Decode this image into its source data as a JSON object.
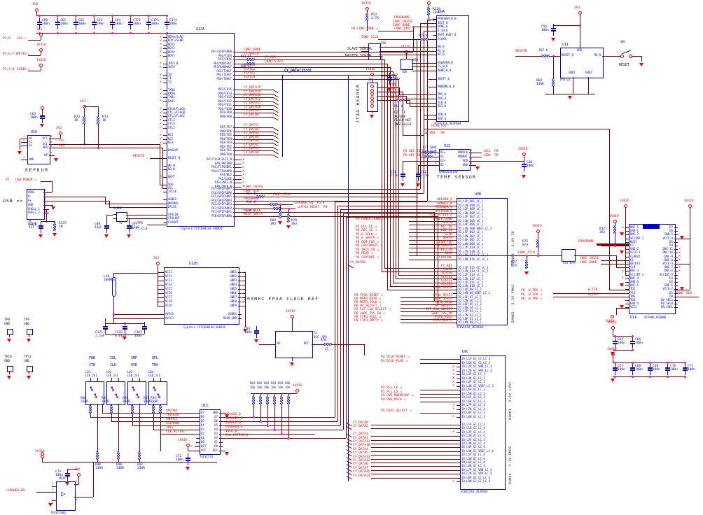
{
  "colors": {
    "wire": "#7d0000",
    "component_blue": "#0000d0",
    "net_red": "#e80000",
    "junction_magenta": "#ff00ff",
    "text_black": "#111111"
  },
  "captions": {
    "eeprom": "EEPROM",
    "usb": "USB =>",
    "temp_sensor": "TEMP SENSOR",
    "clock_ref": "100MHz FPGA CLOCK REF",
    "jtag": "JTAG HEADER",
    "slave": "SLAVE SERIAL",
    "master": "MASTER SERIAL",
    "bus": "CY_DATA[15:0]",
    "bank1": "BANK1 - 1.8V IO",
    "bank2": "BANK2 - 3.3V CMOS",
    "bank3": "BANK3 - 2.5V LVDS",
    "bank4": "BANK4 - 3.3V CMOS",
    "reset": "RESET"
  },
  "power_rows": [
    {
      "pins": "P7,8",
      "net": "3V3"
    },
    {
      "pins": "P5,6,7,8",
      "net": "3V3IO"
    },
    {
      "pins": "P3,7,8",
      "net": "1V8IO"
    }
  ],
  "top_caps": {
    "rail": "3V3",
    "value": "100n",
    "refs": [
      "C60",
      "C61",
      "C62",
      "C63",
      "C64",
      "C172",
      "C173",
      "C174"
    ]
  },
  "eeprom": {
    "ref": "U16",
    "left": [
      [
        "1",
        "A0"
      ],
      [
        "2",
        "A1"
      ],
      [
        "3",
        "A2"
      ],
      [
        "4",
        "GND"
      ]
    ],
    "right": [
      [
        "8",
        "VCC"
      ],
      [
        "6",
        "SCL"
      ],
      [
        "5",
        "SDA"
      ],
      [
        "7",
        "WP"
      ]
    ],
    "pullups": [
      [
        "R73",
        "1K"
      ],
      [
        "R74",
        "1K"
      ]
    ],
    "cap": [
      "C63",
      "100n"
    ],
    "nets": [
      "SCL",
      "SDA"
    ],
    "rail": "3V3"
  },
  "usb": {
    "ref": "J4",
    "part": "USB-B",
    "pins": [
      [
        "1",
        "VBUS"
      ],
      [
        "2",
        "D-"
      ],
      [
        "3",
        "D+"
      ],
      [
        "4",
        "GND"
      ],
      [
        "5",
        "SHELL_1"
      ],
      [
        "6",
        "SHELL_2"
      ]
    ],
    "power_flag": "P7 USB_POWER",
    "cap": [
      "C169",
      "4n7"
    ],
    "res": [
      "R175",
      "1M"
    ]
  },
  "xtal": {
    "ref": "Y2",
    "value": "24MHZ",
    "caps": [
      [
        "C88",
        "12pF"
      ],
      [
        "C89",
        "12pF"
      ]
    ]
  },
  "tp5": {
    "ref": "TP5",
    "net": "TP_CY_CLK"
  },
  "u12a": {
    "ref": "U12A",
    "part": "Cypress CY7C68013A-100AXC",
    "reset_net": "RESETB",
    "left_pins": [
      "RDY0/SLRD",
      "RDY1/SLWR",
      "RDY2",
      "RDY3",
      "RDY4",
      "RDY5",
      "",
      "INT5_N",
      "INT4",
      "",
      "T0",
      "T1",
      "T2",
      "",
      "TXD0",
      "RXD0",
      "TXD1",
      "RXD1",
      "",
      "CTL0/FLAGA",
      "CTL1/FLAGB",
      "CTL2/FLAGC",
      "CTL3",
      "CTL4",
      "CTL5",
      "",
      "NC1",
      "NC2",
      "NC3",
      "",
      "WAKEUP",
      "",
      "RESET_N",
      "",
      "WR_N",
      "RD_N",
      "",
      "BKPT",
      "",
      "SDA",
      "SCL",
      "IFCLK",
      "",
      "AGND2",
      "DMINUS",
      "DPLUS",
      "",
      "XTALIN",
      "XTALOUT",
      "CLKOUT"
    ],
    "pe": {
      "pins": [
        "PE7/GPIFADR8",
        "PE6/T2EX",
        "PE5/INT6",
        "PE4/RXD1OUT",
        "PE3/RXD0OUT",
        "PE2/T2OUT",
        "PE1/T1OUT",
        "PE0/T0OUT"
      ],
      "nets": [
        "CONF_DONE",
        "CY_VALID",
        "CY_RD2",
        "LOAD_STATE",
        "STATE3",
        "STATE2",
        "STATE1",
        "STATE0"
      ],
      "r": [
        [
          "R61",
          "47"
        ],
        [
          "R60",
          "47"
        ]
      ]
    },
    "pd": {
      "pins": [
        "PD7/FD15",
        "PD6/FD14",
        "PD5/FD13",
        "PD4/FD12",
        "PD3/FD11",
        "PD2/FD10",
        "PD1/FD9",
        "PD0/FD8"
      ],
      "nets": [
        "CY_DATA15",
        "CY_DATA14",
        "CY_DATA13",
        "CY_DATA12",
        "CY_DATA11",
        "CY_DATA10",
        "CY_DATA9",
        "CY_DATA8"
      ]
    },
    "pb": {
      "pins": [
        "PB7/FD7",
        "PB6/FD6",
        "PB5/FD5",
        "PB4/FD4",
        "PB3/FD3",
        "PB2/FD2",
        "PB1/FD1",
        "PB0/FD0"
      ],
      "nets": [
        "CY_DATA7",
        "CY_DATA6",
        "CY_DATA5",
        "CY_DATA4",
        "CY_DATA3",
        "CY_DATA2",
        "CY_DATA1",
        "CY_DATA0"
      ]
    },
    "pa": {
      "pins": [
        "PA7/FLGD/SLCS_N",
        "PA6/PKTEND",
        "PA5/FIFOADR1",
        "PA4/FIFOADR0",
        "PA3/WU2",
        "PA2/SLOE",
        "PA1/INT1_N",
        "PA0/INT0_N"
      ]
    },
    "pc": {
      "pins": [
        "PC7/GPIFADR7",
        "PC6/GPIFADR6",
        "PC5/GPIFADR5",
        "PC4/GPIFADR4",
        "PC3/GPIFADR3",
        "PC2/GPIFADR2",
        "PC1/GPIFADR1",
        "PC0/GPIFADR0"
      ],
      "nets": [
        "CONF_INITB",
        "CONF_DIN",
        "CONF_CCLK",
        "PROGRAMB",
        "xPOWER_EN",
        "xFPGA_RESET",
        "MSTR_SCLK",
        "MSTR_SDATA"
      ],
      "tags": [
        "",
        "",
        "",
        "",
        "P5,8",
        "P8",
        "",
        ""
      ],
      "r": [
        [
          "R57",
          "47"
        ],
        [
          "R58",
          "47"
        ],
        [
          "R59",
          "47"
        ]
      ],
      "pulldowns": [
        [
          "R69",
          "3K3"
        ],
        [
          "R70",
          "3K3"
        ]
      ]
    }
  },
  "u12b": {
    "ref": "U12B",
    "part": "Cypress CY7C68013A-100AXC",
    "rail": "3V3",
    "left_pins": [
      "VCC1",
      "VCC2",
      "VCC3",
      "VCC4",
      "VCC5",
      "VCC6",
      "VCC7",
      "VCC8",
      "VCC9",
      "",
      "AVCC1",
      "AVCC2"
    ],
    "right_pins": [
      "GND1",
      "GND2",
      "GND3",
      "GND4",
      "GND5",
      "GND6",
      "GND7",
      "GND8",
      "GND9",
      "",
      "AGND1",
      "RSVD_GND"
    ],
    "l18": [
      "L18",
      "100MHz"
    ],
    "caps": [
      [
        "C171",
        "2.2uF"
      ],
      [
        "C170",
        "0.01uF"
      ],
      [
        "C167",
        "100n"
      ]
    ]
  },
  "osc": {
    "ref": "Y3",
    "part": "OSC (SM)",
    "pins": [
      "OE",
      "OUT"
    ],
    "res": [
      "R78",
      "47"
    ],
    "cap": [
      "C84",
      "100n"
    ],
    "rail": "3V3IO"
  },
  "leds": {
    "top": [
      "PWR",
      "IDL",
      "SMP",
      "UPL"
    ],
    "bot": [
      "STB",
      "CLK",
      "OVR",
      "TRG"
    ],
    "refs": [
      "LD1",
      "LD2",
      "LD3",
      "LD4"
    ],
    "part": "LED_2x1",
    "row1": [
      [
        "R86",
        "330R"
      ],
      [
        "R87",
        "330R"
      ],
      [
        "R89",
        "330R"
      ],
      [
        "R91",
        "330R"
      ],
      [
        "R93",
        "330R"
      ]
    ],
    "row2": [
      [
        "R88",
        "330R"
      ],
      [
        "R90",
        "330R"
      ],
      [
        "R92",
        "330R"
      ]
    ],
    "rail": "3V3IO"
  },
  "u15": {
    "ref": "U15",
    "part": "74LVC541",
    "left_pins": [
      "D7",
      "D6",
      "D5",
      "D4",
      "D3",
      "D2",
      "D1",
      "D0",
      "OE2",
      "VCC"
    ],
    "right_pins": [
      "GND",
      "O7",
      "O6",
      "O5",
      "O4",
      "O3",
      "O2",
      "O1",
      "O0",
      "OE1"
    ],
    "in_nets": [
      "UPLOAD",
      "TRIGGER",
      "SAMPLE",
      "OVERRUN",
      "IDLE",
      "CLK_ACTIVE"
    ],
    "out_nets": [
      "UPLOAD_Q",
      "TRIGGER_Q",
      "SAMPLE_Q",
      "OVERRUN_Q",
      "IDLE_Q",
      "CLK_ACTIVE_Q"
    ],
    "pullups": {
      "refs": [
        "R81",
        "R82",
        "R83",
        "R84",
        "R94",
        "R96"
      ],
      "value": "10k",
      "rail": "1V8IO"
    },
    "cap": [
      "C72",
      "100n"
    ],
    "cap_rail": "1V8IO"
  },
  "u18": {
    "ref": "U18",
    "part": "74LVC1G86",
    "net": "xPOWER_EN",
    "cap": [
      "C73",
      "100n"
    ],
    "rail_a": "3V3IO",
    "rail_b": "3V3"
  },
  "jtag": {
    "ref": "J6",
    "rail": "1V8IO",
    "cap": [
      "C67",
      "100n"
    ],
    "nets": [
      "W_TMS",
      "W_TDO",
      "W_TCK",
      "FLSH_TDI"
    ],
    "res": [
      "R62",
      "0"
    ],
    "note": [
      "FIT IF",
      "XCF08P",
      "FLASH NOT",
      "INSTALLED"
    ]
  },
  "config": {
    "r53": [
      "R53",
      "4.7K"
    ],
    "r55": [
      "R55",
      "0"
    ],
    "r56": "R56",
    "r64": [
      "R64",
      "10K"
    ],
    "r128": [
      "R128",
      "330R"
    ],
    "flag": "P8 CONF_DONE",
    "nets": [
      "PROGRAMB",
      "CONF_INITB",
      "CONF_DONE",
      "CONF_DIN"
    ],
    "cclk": "CONF_CCLK",
    "rail": "3V3IO"
  },
  "u9a": {
    "ref": "U9A",
    "part": "XC6VLX16_363FBGA",
    "tdo_net": "FLSH_TDO",
    "wtdo": "W_TDO",
    "wtdo_tag": "P8",
    "pins": [
      "PROGRAM_B_0",
      "INIT_0",
      "DONE_0",
      "D_IN_0",
      "DOUT_BUSY_0",
      "CCLK0",
      "",
      "M0_0",
      "M1_0",
      "M2_0",
      "",
      "HSWAPEN_0",
      "CS_B_0",
      "RDWR_B_0",
      "",
      "VBATT_0",
      "",
      "PWRDWN_B_0",
      "",
      "TMS_0",
      "TDO_0",
      "TCK_0",
      "TDI_0",
      "",
      "TDN_0",
      "TDP_0"
    ]
  },
  "u9b": {
    "ref": "U9B",
    "part": "XC6VLX16_363FBGA",
    "bus_tap": "CY_DATA8",
    "bank1_pins": [
      "IO_L1P_D01_LC_1",
      "IO_L1N_D00_LC_1",
      "IO_L2P_D09_LC_1",
      "IO_L2N_D08_LC_1",
      "IO_L3P_D02_LC_1",
      "IO_L3N_D05_LC_1",
      "IO_L4P_D06_LC_1",
      "IO_L4N_D08_VREF_LC_1",
      "IO_L5P_D03_LC_1",
      "IO_L5N_D02_LC_1",
      "IO_L6P_D01_LC_1",
      "IO_L6N_D00_LC_1",
      "IO_L7P_D19_LC_1",
      "IO_L7N_D18_LC_1",
      "IO_L8P_D17_CC_LC_1",
      "IO_L8N_D16_CC_LC_1"
    ],
    "bank1_nets": [
      "UPLOAD_Q",
      "SAMPLE_Q",
      "TRIGGER_Q",
      "OVERRUN_Q",
      "CLK_ACTIVE_Q",
      "POWER_DOWN",
      "SOS_Q",
      "PLL_LE",
      "ADC_CS",
      "SCLK",
      "SDATA",
      "EOM_FSR",
      "CALIBRATE",
      "TRIG_IN",
      "READ",
      "CAPTURE"
    ],
    "bank1_flags": [
      "",
      "",
      "",
      "",
      "",
      "P4 POWER_DOWN",
      "",
      "P2 PLL_LE",
      "P6 ADC_CS",
      "P2,6 SCLK",
      "P2,6 SDATA",
      "P6 EOM_FSR",
      "P6 CALIBRATE",
      "P3 TRIG_IN",
      "P6 READ",
      "P6 CAPTURE"
    ],
    "bank2_pins": [
      "IO_L1P_D15_CC_LC_2",
      "IO_L1N_D14_CC_LC_2",
      "IO_L2P_D13_LC_2",
      "IO_L2N_D12_LC_2",
      "IO_L3P_D11_LC_2",
      "IO_L3N_D10_LC_2",
      "IO_L4P_D9_LC_2",
      "IO_L4N_D8_VREF_LC_2",
      "IO_L5P_D7_LC_2",
      "IO_L5N_D6_LC_2",
      "IO_L6P_D5_LC_2",
      "IO_L6N_D4_LC_2",
      "IO_L7P_D3_LC_2",
      "IO_L7N_D2_LC_2",
      "IO_L8P_D1_LC_2",
      "IO_L8N_D0_LC_2"
    ],
    "bank2_nets": [
      "CY_RD2",
      "CY_VALID",
      "STATE0",
      "STATE1",
      "STATE2",
      "STATE3",
      "LOAD_STATE",
      "",
      "FPGA_RESET",
      "MSTR_SDATA",
      "MSTR_SCLK",
      "DC_SELECT",
      "EXT_CLK_SELECT",
      "xADC_IVS_EN",
      "FIFO_FULL",
      "FIFO_EMPTY"
    ],
    "bank2_flags": [
      "",
      "",
      "",
      "",
      "",
      "",
      "",
      "",
      "P8 FPGA_RESET",
      "P8 MSTR_DATA",
      "P8 MSTR_SCLK",
      "P6 DC_SELECT",
      "P2 EXT_CLK_SELECT",
      "P6 xADC_IVS_EN",
      "P8 FIFO_FULL",
      "P8 FIFO_EMPTY"
    ]
  },
  "u9c": {
    "ref": "U9C",
    "part": "XC6VLX16_363FBGA",
    "bank3_pins": [
      "IO_L1P_GC_CC_LC_3",
      "IO_L1N_GC_CC_LC_3",
      "IO_L2P_GC_VRN_LC_3",
      "IO_L2N_GC_VRP_LC_3",
      "IO_L3P_GC_LC_3",
      "IO_L3N_GC_LC_3",
      "IO_L4P_GC_LC_3",
      "IO_L4N_GC_VREF_LC_3",
      "IO_L5P_GC_LC_3",
      "IO_L5N_GC_LC_3",
      "IO_L6P_GC_LC_3",
      "IO_L6N_GC_LC_3",
      "IO_L7P_GC_LC_3",
      "IO_L7N_GC_LC_3",
      "IO_L8P_GC_LC_3",
      "IO_L8N_GC_LC_3"
    ],
    "bank3_flags": [
      "P4 DCLK_MINUS",
      "P4 DCLK_PLUS",
      "",
      "",
      "",
      "",
      "",
      "",
      "P2 PLL_CE",
      "P2 PLL_LD",
      "P4 OVR_RWINSYNC",
      "P4 OVR_NICR",
      "",
      "",
      "P5 DIFF_SELECT",
      ""
    ],
    "bank4_pins": [
      "IO_L1P_GC_LC_4",
      "IO_L1N_GC_LC_4",
      "IO_L2P_GC_LC_4",
      "IO_L2N_GC_LC_4",
      "IO_L3P_GC_LC_4",
      "IO_L3N_GC_LC_4",
      "IO_L4P_GC_LC_4",
      "IO_L4N_GC_VREF_LC_4",
      "IO_L5P_GC_LC_4",
      "IO_L5N_GC_LC_4",
      "IO_L6P_GC_LC_4",
      "IO_L6N_GC_LC_4",
      "IO_L7P_GC_VRN_LC_4",
      "IO_L7N_GC_VRP_LC_4",
      "IO_L8P_GC_CC_LC_4",
      "IO_L8N_GC_CC_LC_4"
    ],
    "bank4_nets": [
      "CY_DATA0",
      "CY_DATA2",
      "",
      "CY_DATA3",
      "CY_DATA1",
      "CY_DATA11",
      "CY_DATA10",
      "CY_DATA4",
      "CY_DATA5",
      "CY_DATA13",
      "CY_DATA12",
      "CY_DATA6",
      "CY_DATA7",
      "CY_DATA15",
      "CY_DATA14",
      ""
    ]
  },
  "u13": {
    "ref": "U13",
    "part": "LM96163CISD",
    "left_pins": [
      [
        "1",
        "D1+"
      ],
      [
        "2",
        "D1-"
      ],
      [
        "3",
        "D2+"
      ],
      [
        "4",
        "D2-"
      ]
    ],
    "right_pins": [
      [
        "8",
        "SMBCLK"
      ],
      [
        "7",
        "SMBDAT"
      ],
      [
        "6",
        "VDD"
      ],
      [
        "5",
        "GND"
      ]
    ],
    "caps": [
      [
        "C61",
        "2.2n"
      ],
      [
        "C62",
        "2.2n"
      ],
      [
        "C60",
        "100n"
      ]
    ],
    "in_flags": [
      [
        "P6",
        "ADC_TD_P"
      ],
      [
        "P6",
        "ADC_TD_N"
      ]
    ],
    "in_res": [
      [
        "R71",
        "100R"
      ],
      [
        "R72",
        "100R"
      ]
    ],
    "out_flags": [
      [
        "SCL",
        "P8"
      ],
      [
        "SDA",
        "P8"
      ]
    ],
    "rail": "3V3IO"
  },
  "u14": {
    "ref": "U14",
    "part": "XCF08P_VO48NA",
    "left_pins": [
      "DNC-1",
      "GND-1",
      "DNC-2",
      "VCCINT-1",
      "BUSY",
      "CF",
      "GND-2",
      "VCCO-1",
      "CLKOUT",
      "CE",
      "OE/RST",
      "CLK",
      "DNC-3",
      "VCCINT-2",
      "DNC-4",
      "GND-3",
      "DNC-5",
      "TDI",
      "TCK",
      "TMS",
      "TDO",
      "GND-4",
      "VCCJ"
    ],
    "right_pins": [
      "D7",
      "D6",
      "GND-5",
      "VCCO-4",
      "D5",
      "D4",
      "DNC-11",
      "DNC-10",
      "DNC-9",
      "DNC-8",
      "VCCO-3",
      "DNC-7",
      "DNC-6",
      "VCCINT-3",
      "D3",
      "D2",
      "GND-6",
      "VCCO-2",
      "D1",
      "D0",
      "RV_SEL1",
      "RV_SEL0",
      "EN_XSEL"
    ],
    "nets_left": [
      "PROGRAMB",
      "CONF_INITB",
      "CONF_DONE"
    ],
    "net_right": "CONF_DIN",
    "cclk": "CONF_CCLK",
    "flsh_tdo": "FLSH_TDO",
    "r127": [
      "R127",
      "3K3"
    ],
    "na_res": [
      [
        "R75",
        "N/A"
      ],
      [
        "R76",
        "N/A"
      ],
      [
        "R77",
        "N/A"
      ]
    ],
    "jtag_flags": [
      [
        "P8",
        "W_TDI"
      ],
      [
        "P8",
        "W_TCK"
      ],
      [
        "P8",
        "W_TMS"
      ]
    ],
    "jtag_nets": [
      "W_TCK",
      "W_TMS"
    ],
    "rail_core": "1V8IO",
    "rail_io": "3V3IO"
  },
  "u11": {
    "ref": "U11",
    "part": "LM3722",
    "sw_ref": "SW1",
    "cap": [
      "C56",
      "100n"
    ],
    "r_series": [
      "R67",
      "0"
    ],
    "r_pull": [
      "R68",
      "100K"
    ],
    "net": "RESETB",
    "rail": "3V3",
    "pin_left": "RESET_N",
    "pin_right": "MR_N",
    "pin_top": "VDD",
    "pins_bottom": [
      "GND1",
      "GND2"
    ]
  },
  "cap_banks_right": [
    {
      "rail": "1V8IO",
      "caps": [
        [
          "C65",
          "100n"
        ],
        [
          "C66",
          "100n"
        ]
      ]
    },
    {
      "rail": "3V3IO",
      "caps": [
        [
          "C67",
          "100n"
        ],
        [
          "C68",
          "100n"
        ],
        [
          "C69",
          "100n"
        ],
        [
          "C70",
          "100n"
        ],
        [
          "C71",
          "100n"
        ]
      ]
    }
  ],
  "testpoints": [
    [
      "TP8",
      "GND"
    ],
    [
      "TP9",
      "GND"
    ],
    [
      "TP10",
      "GND"
    ],
    [
      "TP11",
      "GND"
    ]
  ]
}
